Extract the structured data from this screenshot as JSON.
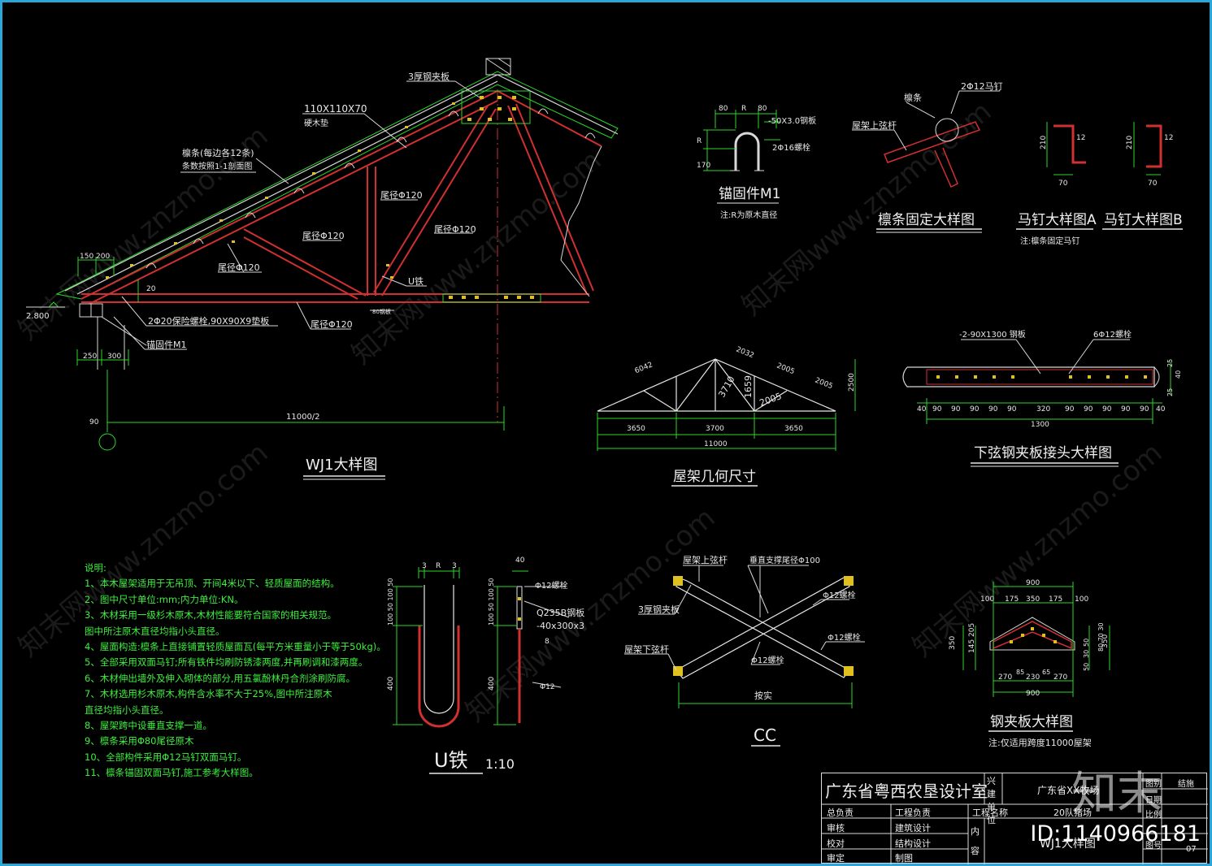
{
  "main_truss": {
    "title": "WJ1大样图",
    "labels": {
      "clamp": "3厚钢夹板",
      "block_size": "110X110X70",
      "block_name": "硬木垫",
      "purlin": "檩条(每边各12条)",
      "purlin_note": "条数按照1-1剖面图",
      "tail_d1": "尾径Φ120",
      "tail_d2": "尾径Φ120",
      "tail_d3": "尾径Φ120",
      "tail_d4": "尾径Φ120",
      "tail_d5": "尾径Φ120",
      "u_iron": "U铁",
      "bolt": "2Φ20保险螺栓,90X90X9垫板",
      "anchor": "锚固件M1",
      "elev": "2.800",
      "d150": "150",
      "d200": "200",
      "d250": "250",
      "d300": "300",
      "d90": "90",
      "d20": "20",
      "dspan": "11000/2",
      "d80": "80钢板"
    }
  },
  "anchor_m1": {
    "title": "锚固件M1",
    "note": "注:R为原木直径",
    "labels": {
      "d80a": "80",
      "dr": "R",
      "d80b": "80",
      "plate": "-50X3.0钢板",
      "bolt": "2Φ16螺栓",
      "r": "R",
      "h": "170"
    }
  },
  "purlin_detail": {
    "title": "檩条固定大样图",
    "labels": {
      "purlin": "檩条",
      "nail": "2Φ12马钉",
      "chord": "屋架上弦杆"
    }
  },
  "nail_a": {
    "title": "马钉大样图A",
    "note": "注:檩条固定马钉",
    "labels": {
      "h": "210",
      "t": "12",
      "w": "70"
    }
  },
  "nail_b": {
    "title": "马钉大样图B",
    "labels": {
      "h": "210",
      "t": "12",
      "w": "70"
    }
  },
  "geometry": {
    "title": "屋架几何尺寸",
    "labels": {
      "a": "6042",
      "b": "2032",
      "c": "2005",
      "d": "2005",
      "e": "3710",
      "f": "1659",
      "g": "2005",
      "h": "2500",
      "s1": "3650",
      "s2": "3700",
      "s3": "3650",
      "total": "11000"
    }
  },
  "splice": {
    "title": "下弦钢夹板接头大样图",
    "labels": {
      "plate": "-2-90X1300 钢板",
      "bolts": "6Φ12螺栓",
      "total": "1300",
      "mid": "320",
      "edge1": "40",
      "edge2": "40",
      "r1": "25",
      "r2": "40",
      "r3": "25"
    },
    "dims": [
      "90",
      "90",
      "90",
      "90",
      "90",
      "90",
      "90",
      "90",
      "90",
      "90"
    ]
  },
  "notes": {
    "title": "说明:",
    "items": [
      "1、本木屋架适用于无吊顶、开间4米以下、轻质屋面的结构。",
      "2、图中尺寸单位:mm;内力单位:KN。",
      "3、木材采用一级杉木原木,木材性能要符合国家的相关规范。",
      "   图中所注原木直径均指小头直径。",
      "4、屋面构造:檩条上直接铺置轻质屋面瓦(每平方米重量小于等于50kg)。",
      "5、全部采用双面马钉;所有铁件均刷防锈漆两度,并再刷调和漆两度。",
      "6、木材伸出墙外及伸入砌体的部分,用五氯酚林丹合剂涂刷防腐。",
      "7、木材选用杉木原木,构件含水率不大于25%,图中所注原木",
      "   直径均指小头直径。",
      "8、屋架跨中设垂直支撑一道。",
      "9、檩条采用Φ80尾径原木",
      "10、全部构件采用Φ12马钉双面马钉。",
      "11、檩条锚固双面马钉,施工参考大样图。"
    ]
  },
  "u_iron": {
    "title": "U铁",
    "scale": "1:10",
    "labels": {
      "d3a": "3",
      "r": "R",
      "d3b": "3",
      "d40": "40",
      "bolt": "Φ12螺栓",
      "steel": "Q235B钢板",
      "size": "-40x300x3",
      "d8": "8",
      "rod": "Φ12",
      "v1": "100 50 100 50",
      "v2": "100 50 100 50",
      "h1": "400",
      "h2": "400"
    }
  },
  "cc": {
    "title": "CC",
    "labels": {
      "top_chord": "屋架上弦杆",
      "brace": "垂直支撑尾径Φ100",
      "clamp": "3厚钢夹板",
      "bolt1": "Φ12螺栓",
      "bottom_chord": "屋架下弦杆",
      "bolt2": "Φ12螺栓",
      "bolt3": "Φ12螺栓",
      "span": "按实"
    }
  },
  "clamp_plate": {
    "title": "钢夹板大样图",
    "note": "注:仅适用跨度11000屋架",
    "labels": {
      "w": "900",
      "a": "100",
      "b": "175",
      "c": "350",
      "d": "175",
      "e": "100",
      "h1": "350",
      "h2": "145 205",
      "h3": "350",
      "h4": "50",
      "h5": "30",
      "h6": "50",
      "b1": "270",
      "b2": "85",
      "b3": "230",
      "b4": "65",
      "b5": "270",
      "w2": "900",
      "v": "80 70 30"
    }
  },
  "title_block": {
    "company": "广东省粤西农垦设计室",
    "build_unit_label": "兴建单位",
    "build_unit": "广东省XX牧场",
    "project_label": "工程名称",
    "project": "20队猪场",
    "content_label": "内容",
    "drawing": "WJ1大样图",
    "rows": [
      "总负责",
      "审核",
      "校对",
      "审定"
    ],
    "rows2": [
      "工程负责",
      "建筑设计",
      "结构设计",
      "制图"
    ],
    "right": [
      "图别",
      "日期",
      "比例",
      "图号"
    ],
    "right_val": [
      "结施",
      "",
      "",
      "07"
    ]
  },
  "overlay": {
    "id": "ID:1140966181",
    "logo": "知末",
    "watermark": "知末网www.znzmo.com"
  }
}
